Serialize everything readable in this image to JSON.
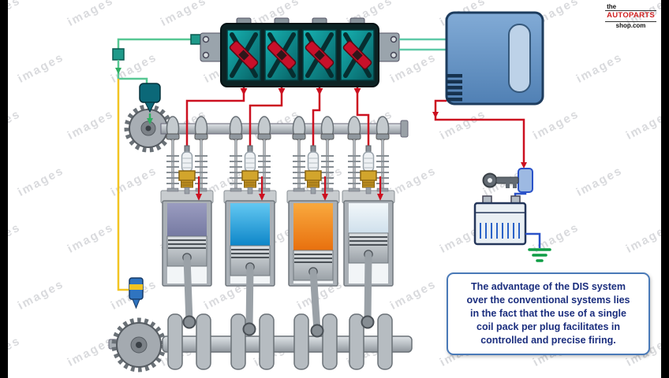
{
  "watermark": {
    "text": "images"
  },
  "logo": {
    "line1": "the",
    "line2": "AUTOPARTS",
    "line3": "shop.com"
  },
  "caption": {
    "lines": [
      "The advantage of the DIS system",
      "over the conventional systems lies",
      "in the fact that the use of a single",
      "coil pack per plug facilitates in",
      "controlled and precise firing."
    ]
  },
  "colors": {
    "wire_red": "#cc1020",
    "wire_green": "#57c793",
    "wire_yellow": "#f2c422",
    "wire_blue": "#2a52c8",
    "ground_green": "#0f9d45",
    "coil_teal": "#0f9f9f",
    "ecu_blue": "#6e9cc9",
    "cylinder1_charge": "#8b8eb4",
    "cylinder2_charge": "#1f9ede",
    "cylinder3_charge": "#f08622",
    "cylinder4_charge": "#dde9f2",
    "caption_border": "#4a7ab8",
    "caption_text": "#1b2e7e",
    "logo_red": "#d02020"
  }
}
